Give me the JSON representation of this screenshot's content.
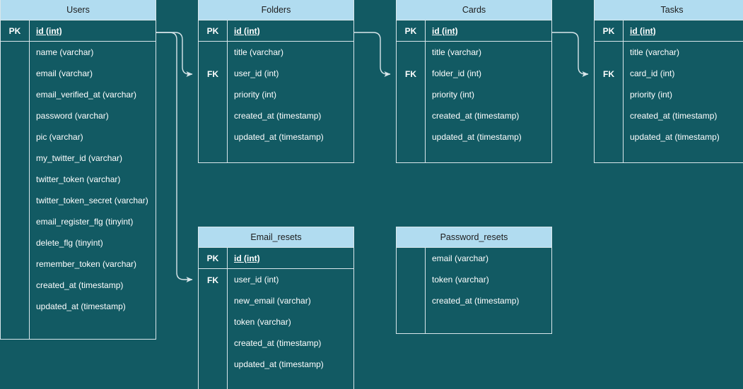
{
  "diagram": {
    "type": "entity-relationship-diagram",
    "background_color": "#125a63",
    "header_color": "#b1dcf0",
    "line_color": "#d9e6ea",
    "text_color": "#ffffff"
  },
  "keys": {
    "pk": "PK",
    "fk": "FK"
  },
  "tables": [
    {
      "name": "Users",
      "pk_label": "PK",
      "pk_field": "id (int)",
      "fk_label": "",
      "fields": [
        "name (varchar)",
        "email (varchar)",
        "email_verified_at (varchar)",
        "password (varchar)",
        "pic (varchar)",
        "my_twitter_id (varchar)",
        "twitter_token (varchar)",
        "twitter_token_secret (varchar)",
        "email_register_flg (tinyint)",
        "delete_flg (tinyint)",
        "remember_token (varchar)",
        "created_at (timestamp)",
        "updated_at (timestamp)"
      ]
    },
    {
      "name": "Folders",
      "pk_label": "PK",
      "pk_field": "id (int)",
      "fk_label": "FK",
      "fields": [
        "title (varchar)",
        "user_id (int)",
        "priority (int)",
        "created_at (timestamp)",
        "updated_at (timestamp)"
      ]
    },
    {
      "name": "Cards",
      "pk_label": "PK",
      "pk_field": "id (int)",
      "fk_label": "FK",
      "fields": [
        "title (varchar)",
        "folder_id (int)",
        "priority (int)",
        "created_at (timestamp)",
        "updated_at (timestamp)"
      ]
    },
    {
      "name": "Tasks",
      "pk_label": "PK",
      "pk_field": "id (int)",
      "fk_label": "FK",
      "fields": [
        "title (varchar)",
        "card_id (int)",
        "priority (int)",
        "created_at (timestamp)",
        "updated_at (timestamp)"
      ]
    },
    {
      "name": "Email_resets",
      "pk_label": "PK",
      "pk_field": "id (int)",
      "fk_label": "FK",
      "fields": [
        "user_id (int)",
        "new_email (varchar)",
        "token (varchar)",
        "created_at (timestamp)",
        "updated_at (timestamp)"
      ]
    },
    {
      "name": "Password_resets",
      "pk_label": "",
      "pk_field": "",
      "fk_label": "",
      "fields": [
        "email (varchar)",
        "token (varchar)",
        "created_at (timestamp)"
      ]
    }
  ],
  "relationships": [
    {
      "from": "Users",
      "from_key": "id (int)",
      "to": "Folders",
      "to_key": "user_id (int)"
    },
    {
      "from": "Users",
      "from_key": "id (int)",
      "to": "Email_resets",
      "to_key": "user_id (int)"
    },
    {
      "from": "Folders",
      "from_key": "id (int)",
      "to": "Cards",
      "to_key": "folder_id (int)"
    },
    {
      "from": "Cards",
      "from_key": "id (int)",
      "to": "Tasks",
      "to_key": "card_id (int)"
    }
  ]
}
